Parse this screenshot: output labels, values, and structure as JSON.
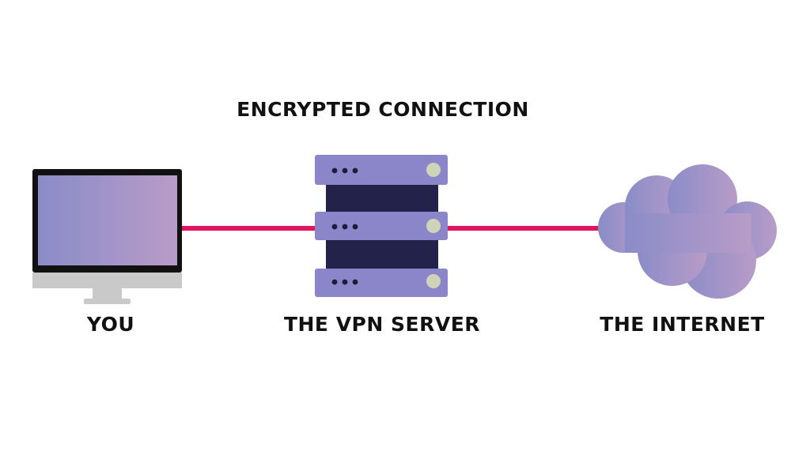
{
  "caption": "ENCRYPTED CONNECTION",
  "nodes": {
    "you": {
      "label": "YOU",
      "icon": "monitor-icon"
    },
    "vpn": {
      "label": "THE VPN SERVER",
      "icon": "server-icon"
    },
    "internet": {
      "label": "THE INTERNET",
      "icon": "cloud-icon"
    }
  },
  "colors": {
    "link": "#e0135f",
    "purple_light": "#b89cc8",
    "purple_blue": "#8a8cc8",
    "server_unit": "#8a86c9",
    "server_dark": "#22224a",
    "monitor_bezel": "#111111",
    "monitor_stand": "#c9c9c9",
    "dot": "#1c1c3a",
    "led": "#cfd3b8"
  }
}
